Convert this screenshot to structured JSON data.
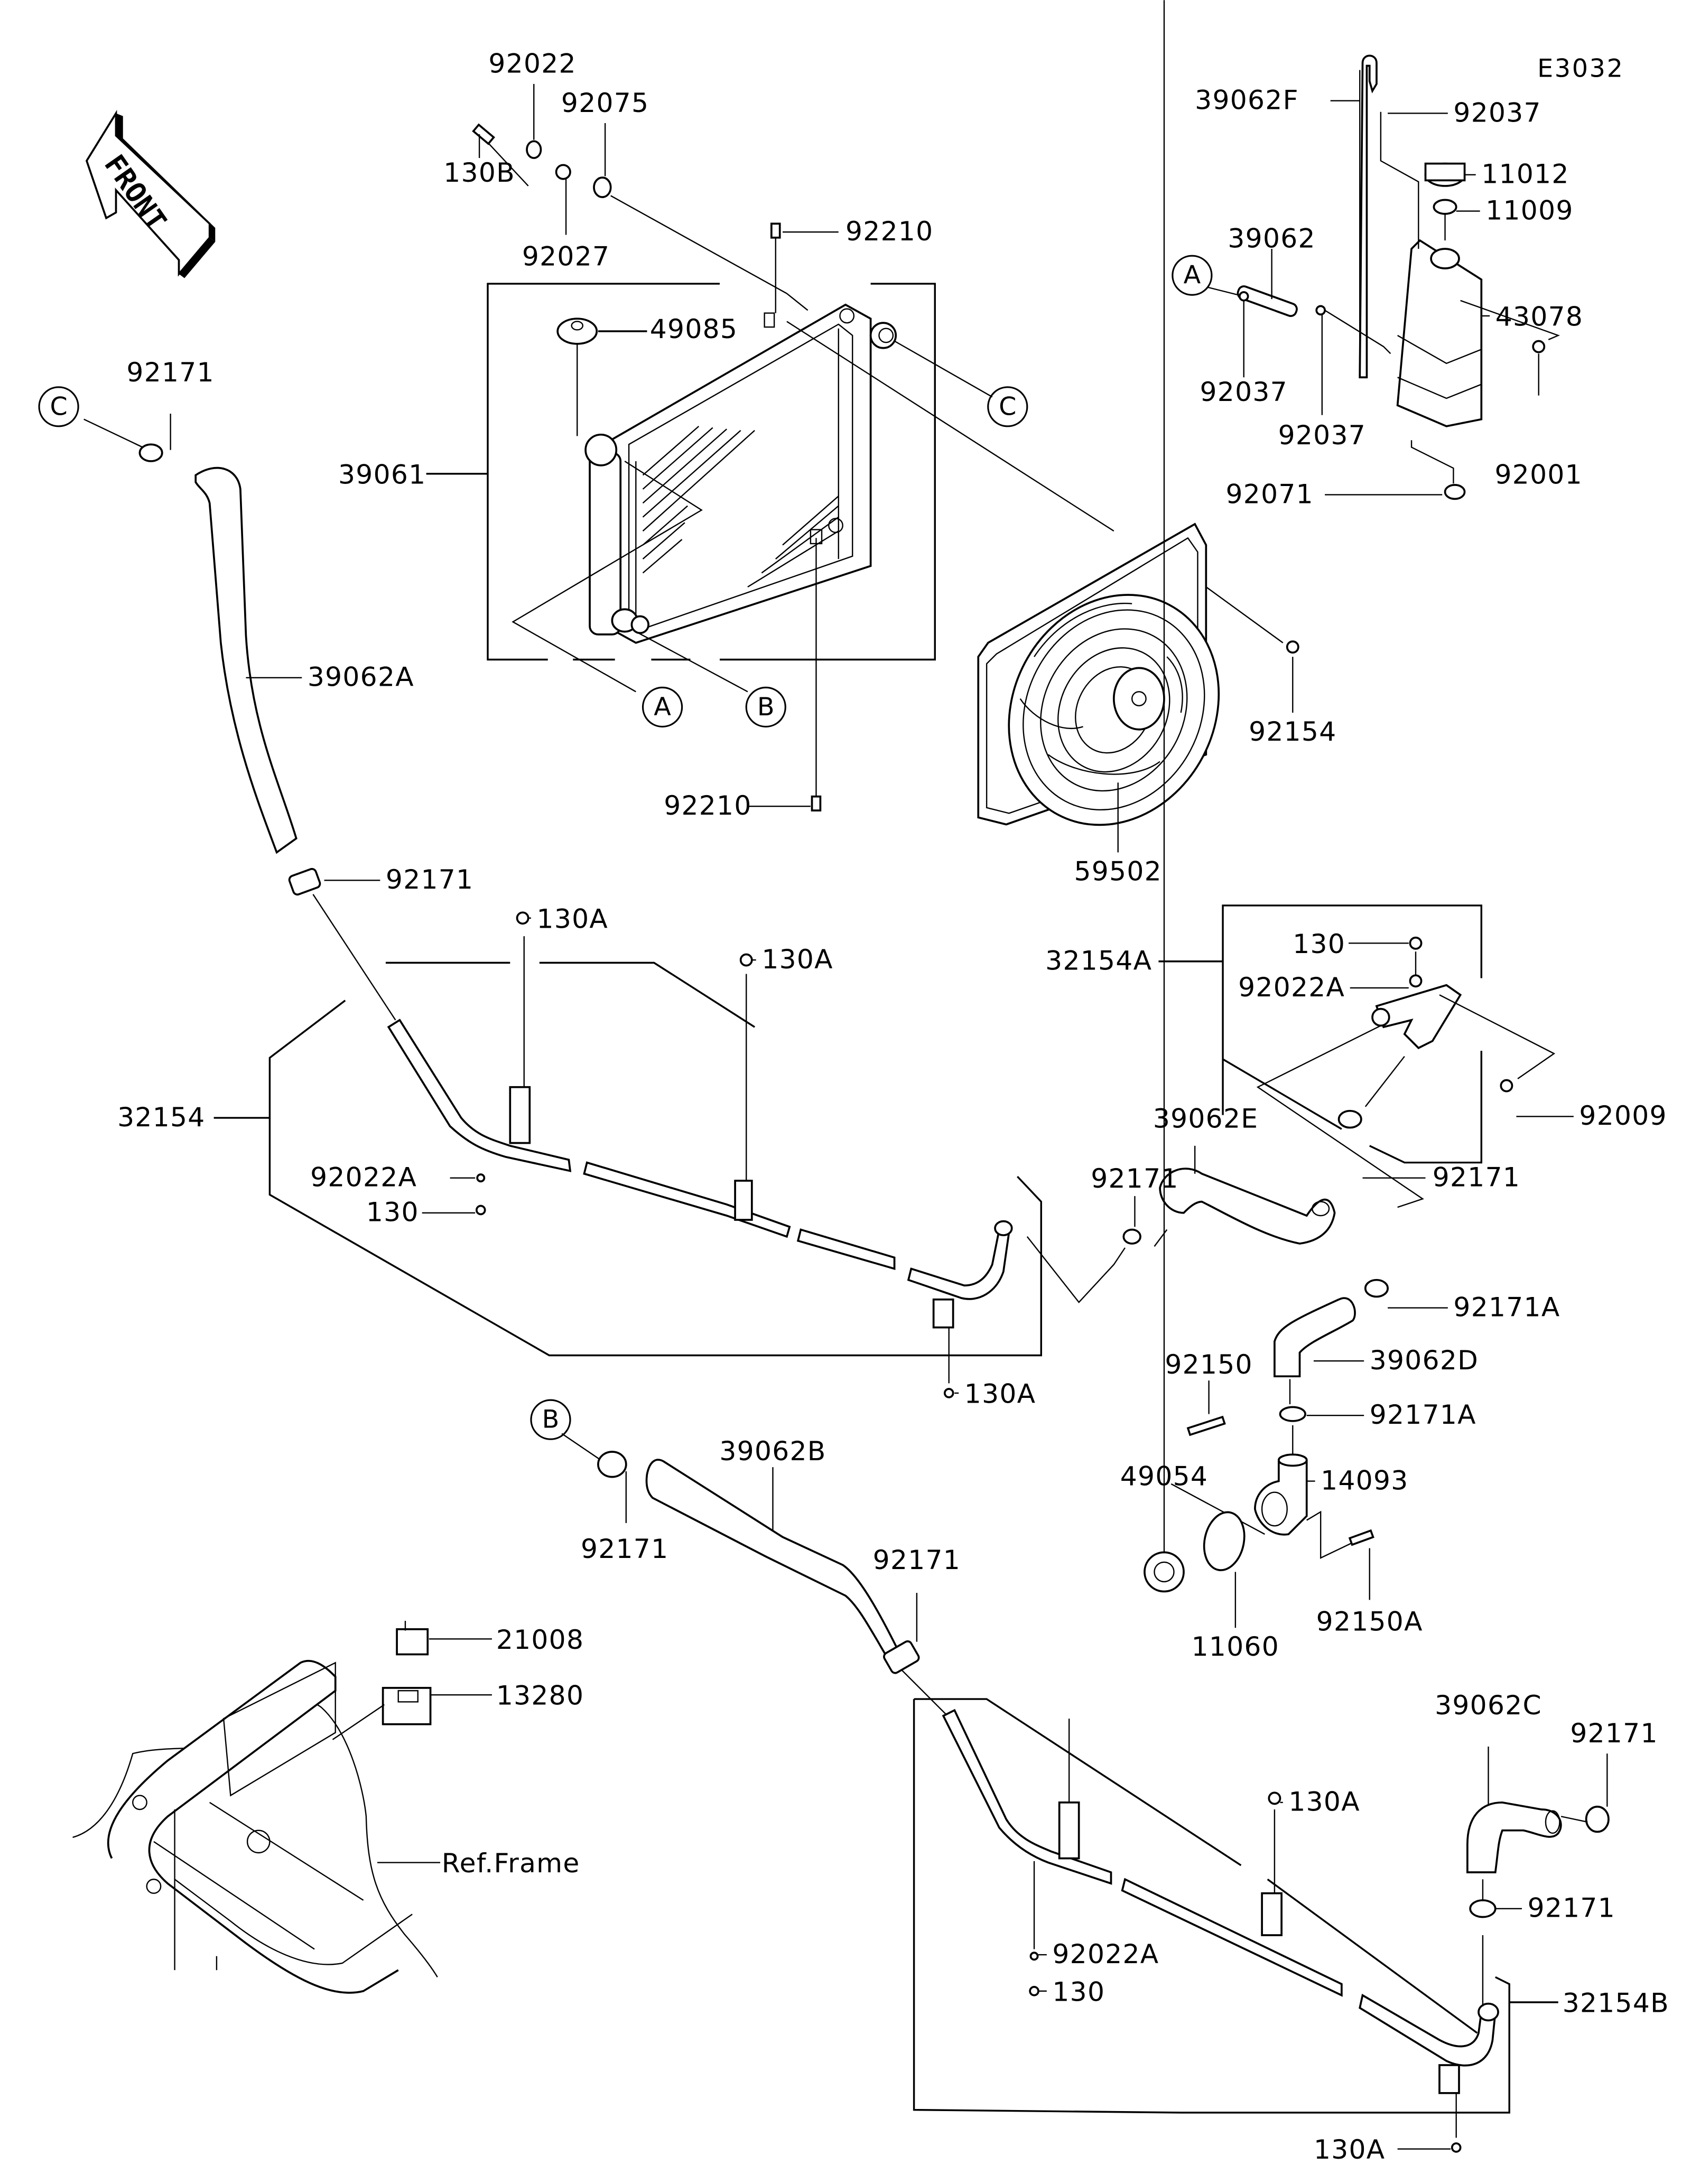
{
  "diagram": {
    "code": "E3032",
    "front_arrow": "FRONT",
    "ref_frame": "Ref.Frame",
    "reference_markers": [
      "A",
      "B",
      "C"
    ],
    "parts": [
      {
        "id": "p-92022-top",
        "label": "92022",
        "name": "washer"
      },
      {
        "id": "p-92075",
        "label": "92075",
        "name": "damper"
      },
      {
        "id": "p-130B",
        "label": "130B",
        "name": "bolt-flanged"
      },
      {
        "id": "p-92027",
        "label": "92027",
        "name": "collar"
      },
      {
        "id": "p-92210-top",
        "label": "92210",
        "name": "nut-spring"
      },
      {
        "id": "p-49085",
        "label": "49085",
        "name": "radiator-cap"
      },
      {
        "id": "p-39061",
        "label": "39061",
        "name": "radiator"
      },
      {
        "id": "p-92210-bot",
        "label": "92210",
        "name": "nut-spring"
      },
      {
        "id": "p-59502",
        "label": "59502",
        "name": "fan-assy"
      },
      {
        "id": "p-92154",
        "label": "92154",
        "name": "bolt"
      },
      {
        "id": "p-39062F",
        "label": "39062F",
        "name": "hose-overflow"
      },
      {
        "id": "p-92037-a",
        "label": "92037",
        "name": "clamp"
      },
      {
        "id": "p-11012",
        "label": "11012",
        "name": "reservoir-cap"
      },
      {
        "id": "p-11009",
        "label": "11009",
        "name": "gasket"
      },
      {
        "id": "p-39062",
        "label": "39062",
        "name": "hose"
      },
      {
        "id": "p-43078",
        "label": "43078",
        "name": "reserve-tank"
      },
      {
        "id": "p-92037-b",
        "label": "92037",
        "name": "clamp"
      },
      {
        "id": "p-92037-c",
        "label": "92037",
        "name": "clamp"
      },
      {
        "id": "p-92001",
        "label": "92001",
        "name": "bolt"
      },
      {
        "id": "p-92071",
        "label": "92071",
        "name": "grommet"
      },
      {
        "id": "p-92171-c",
        "label": "92171",
        "name": "clamp-hose"
      },
      {
        "id": "p-39062A",
        "label": "39062A",
        "name": "hose-cooling"
      },
      {
        "id": "p-92171-mid",
        "label": "92171",
        "name": "clamp-hose"
      },
      {
        "id": "p-130A-1",
        "label": "130A",
        "name": "bolt-flanged"
      },
      {
        "id": "p-130A-2",
        "label": "130A",
        "name": "bolt-flanged"
      },
      {
        "id": "p-32154",
        "label": "32154",
        "name": "pipe-water"
      },
      {
        "id": "p-92022A-1",
        "label": "92022A",
        "name": "washer"
      },
      {
        "id": "p-130-1",
        "label": "130",
        "name": "bolt-flanged"
      },
      {
        "id": "p-130A-3",
        "label": "130A",
        "name": "bolt-flanged"
      },
      {
        "id": "p-32154A",
        "label": "32154A",
        "name": "pipe-water"
      },
      {
        "id": "p-130-2",
        "label": "130",
        "name": "bolt-flanged"
      },
      {
        "id": "p-92022A-2",
        "label": "92022A",
        "name": "washer"
      },
      {
        "id": "p-92009",
        "label": "92009",
        "name": "screw"
      },
      {
        "id": "p-39062E",
        "label": "39062E",
        "name": "hose-cooling"
      },
      {
        "id": "p-92171-e",
        "label": "92171",
        "name": "clamp-hose"
      },
      {
        "id": "p-92171-e2",
        "label": "92171",
        "name": "clamp-hose"
      },
      {
        "id": "p-92171A-1",
        "label": "92171A",
        "name": "clamp-hose"
      },
      {
        "id": "p-92150",
        "label": "92150",
        "name": "bolt"
      },
      {
        "id": "p-39062D",
        "label": "39062D",
        "name": "hose-cooling"
      },
      {
        "id": "p-92171A-2",
        "label": "92171A",
        "name": "clamp-hose"
      },
      {
        "id": "p-14093",
        "label": "14093",
        "name": "cover-thermostat"
      },
      {
        "id": "p-49054",
        "label": "49054",
        "name": "thermostat"
      },
      {
        "id": "p-11060",
        "label": "11060",
        "name": "gasket"
      },
      {
        "id": "p-92150A",
        "label": "92150A",
        "name": "bolt"
      },
      {
        "id": "p-92171-b",
        "label": "92171",
        "name": "clamp-hose"
      },
      {
        "id": "p-39062B",
        "label": "39062B",
        "name": "hose-cooling"
      },
      {
        "id": "p-92171-b2",
        "label": "92171",
        "name": "clamp-hose"
      },
      {
        "id": "p-21008",
        "label": "21008",
        "name": "switch"
      },
      {
        "id": "p-13280",
        "label": "13280",
        "name": "holder"
      },
      {
        "id": "p-39062C",
        "label": "39062C",
        "name": "hose-cooling"
      },
      {
        "id": "p-92171-c2",
        "label": "92171",
        "name": "clamp-hose"
      },
      {
        "id": "p-92171-c3",
        "label": "92171",
        "name": "clamp-hose"
      },
      {
        "id": "p-130A-4",
        "label": "130A",
        "name": "bolt-flanged"
      },
      {
        "id": "p-92022A-3",
        "label": "92022A",
        "name": "washer"
      },
      {
        "id": "p-130-3",
        "label": "130",
        "name": "bolt-flanged"
      },
      {
        "id": "p-32154B",
        "label": "32154B",
        "name": "pipe-water"
      },
      {
        "id": "p-130A-5",
        "label": "130A",
        "name": "bolt-flanged"
      }
    ]
  }
}
